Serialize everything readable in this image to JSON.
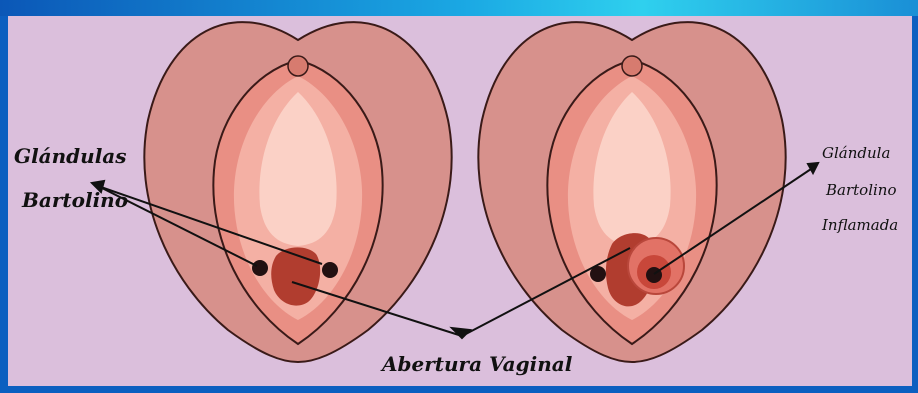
{
  "labels": {
    "glands_left_line1": "Glándulas",
    "glands_left_line2": "Bartolino",
    "vaginal_opening": "Abertura Vaginal",
    "inflamed_line1": "Glándula",
    "inflamed_line2": "Bartolino",
    "inflamed_line3": "Inflamada"
  },
  "colors": {
    "frame_blue": "#0c5fc0",
    "frame_cyan": "#21c6ea",
    "background": "#dbbfdc",
    "outer_skin": "#d7918c",
    "labia_inner": "#e98f84",
    "vestibule": "#f4b0a4",
    "opening": "#b13d2f",
    "gland": "#221011",
    "inflamed": "#e27266"
  }
}
